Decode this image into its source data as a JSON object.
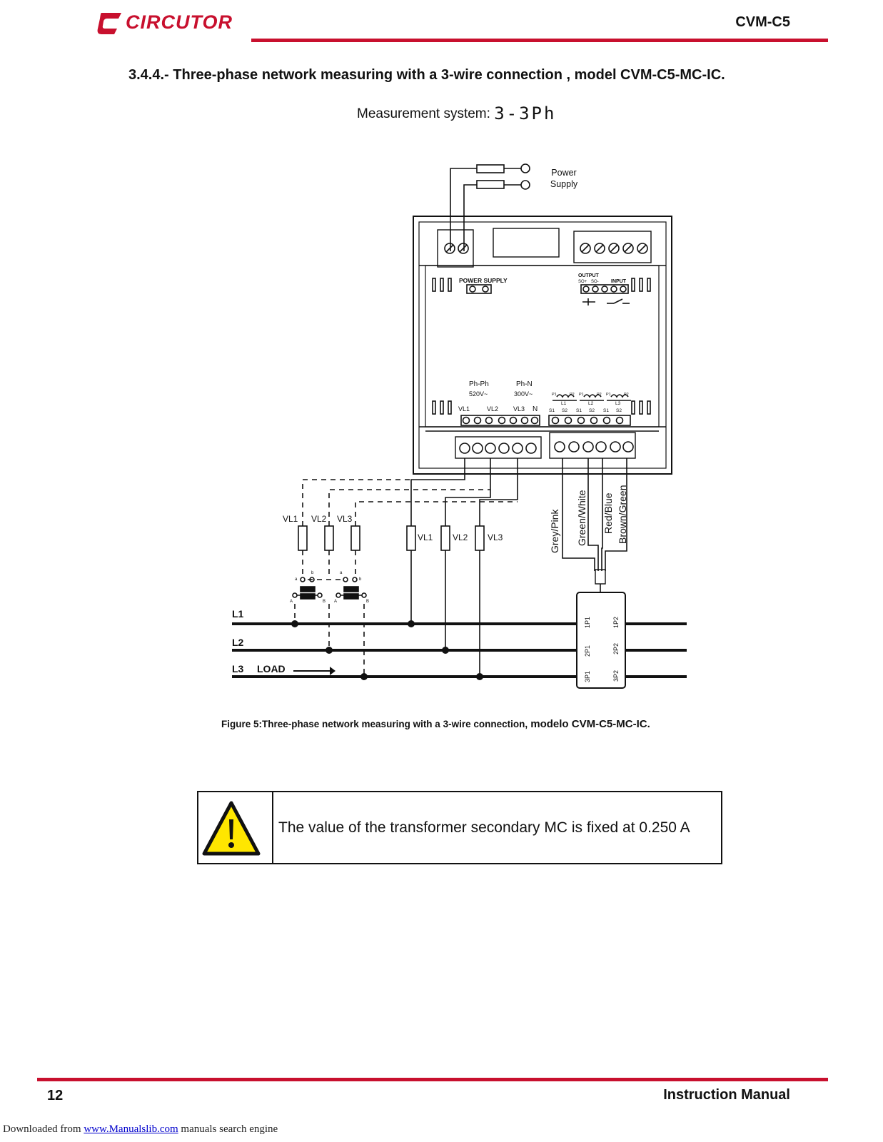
{
  "header": {
    "brand": "CIRCUTOR",
    "doc_model": "CVM-C5"
  },
  "section": {
    "heading": "3.4.4.- Three-phase network measuring with a 3-wire connection , model CVM-C5-MC-IC.",
    "measurement_label": "Measurement system:",
    "measurement_display": "3-3Ph"
  },
  "diagram": {
    "power_supply_label_1": "Power",
    "power_supply_label_2": "Supply",
    "device_power_supply": "POWER SUPPLY",
    "device_output": "OUTPUT",
    "device_so_plus": "SO+",
    "device_so_minus": "SO-",
    "device_input": "INPUT",
    "ph_ph": "Ph-Ph",
    "ph_ph_voltage": "520V~",
    "ph_n": "Ph-N",
    "ph_n_voltage": "300V~",
    "voltage_terminals": [
      "VL1",
      "VL2",
      "VL3",
      "N"
    ],
    "ct_top_labels": [
      "P1",
      "P2",
      "P1",
      "P2",
      "P1",
      "P2"
    ],
    "ct_phase_labels": [
      "L1",
      "L2",
      "L3"
    ],
    "ct_bottom_labels": [
      "S1",
      "S2",
      "S1",
      "S2",
      "S1",
      "S2"
    ],
    "wire_colors": [
      "Grey/Pink",
      "Green/White",
      "Red/Blue",
      "Brown/Green"
    ],
    "fuse_labels_left": [
      "VL1",
      "VL2",
      "VL3"
    ],
    "fuse_labels_right": [
      "VL1",
      "VL2",
      "VL3"
    ],
    "vt_small_labels": [
      "a",
      "b",
      "a",
      "b",
      "A",
      "B",
      "A",
      "B"
    ],
    "lines": [
      "L1",
      "L2",
      "L3"
    ],
    "load_label": "LOAD",
    "ct_module_left": [
      "1P1",
      "2P1",
      "3P1"
    ],
    "ct_module_right": [
      "1P2",
      "2P2",
      "3P2"
    ]
  },
  "caption": {
    "part1": "Figure 5:Three-phase network measuring with a 3-wire connection,",
    "part2": " modelo CVM-C5-MC-IC."
  },
  "note": {
    "icon": "warning-icon",
    "text": "The value of the transformer secondary MC is fixed at 0.250 A"
  },
  "footer": {
    "page_number": "12",
    "manual_title": "Instruction Manual",
    "download_prefix": "Downloaded from ",
    "download_link": "www.Manualslib.com",
    "download_suffix": "  manuals search engine"
  },
  "colors": {
    "brand_red": "#c8102e",
    "warning_yellow": "#ffe600"
  }
}
